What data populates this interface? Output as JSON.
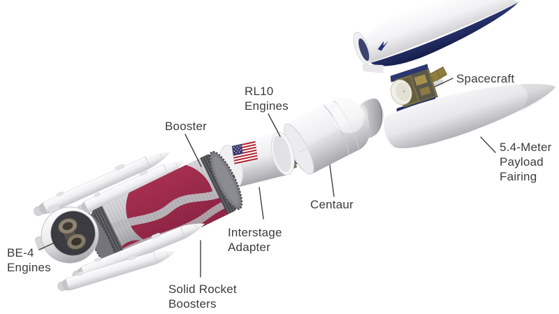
{
  "figure": {
    "kind": "exploded-view rocket diagram",
    "background": "#ffffff"
  },
  "colors": {
    "label_text": "#3b3b3b",
    "leader_line": "#3f3f3f",
    "fairing_interior_navy": "#1f2a68",
    "booster_livery_maroon": "#a02c4b",
    "flag_red": "#b22234",
    "flag_blue": "#3c3b6e"
  },
  "labels": {
    "booster": {
      "line1": "Booster"
    },
    "rl10_engines": {
      "line1": "RL10",
      "line2": "Engines"
    },
    "spacecraft": {
      "line1": "Spacecraft"
    },
    "payload_fairing": {
      "line1": "5.4-Meter",
      "line2": "Payload",
      "line3": "Fairing"
    },
    "centaur": {
      "line1": "Centaur"
    },
    "interstage_adapter": {
      "line1": "Interstage",
      "line2": "Adapter"
    },
    "solid_rocket_boosters": {
      "line1": "Solid Rocket",
      "line2": "Boosters"
    },
    "be4_engines": {
      "line1": "BE-4",
      "line2": "Engines"
    }
  }
}
